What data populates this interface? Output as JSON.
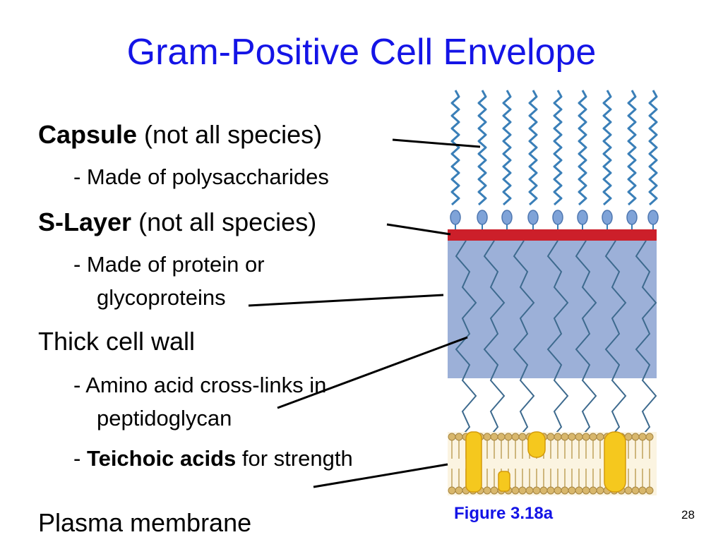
{
  "slide": {
    "title": "Gram-Positive Cell Envelope",
    "capsule": {
      "term": "Capsule",
      "note": " (not all species)",
      "detail": "- Made of polysaccharides"
    },
    "s_layer": {
      "term": "S-Layer",
      "note": " (not all species)",
      "detail_line1": "- Made of protein or",
      "detail_line2": "glycoproteins"
    },
    "cell_wall": {
      "heading": "Thick cell wall",
      "detail1_line1": "- Amino acid cross-links in",
      "detail1_line2": "peptidoglycan",
      "detail2_prefix": "- ",
      "detail2_term": "Teichoic acids",
      "detail2_rest": " for strength"
    },
    "plasma_membrane": "Plasma membrane",
    "figure_caption": "Figure 3.18a",
    "page_number": "28"
  },
  "colors": {
    "title": "#1414e6",
    "caption": "#1414e6",
    "capsule_strand": "#3a7fb8",
    "s_layer": "#cc1f2a",
    "cell_wall": "#9cb0d8",
    "membrane_head": "#d8b76c",
    "membrane_protein": "#f5c81e"
  }
}
